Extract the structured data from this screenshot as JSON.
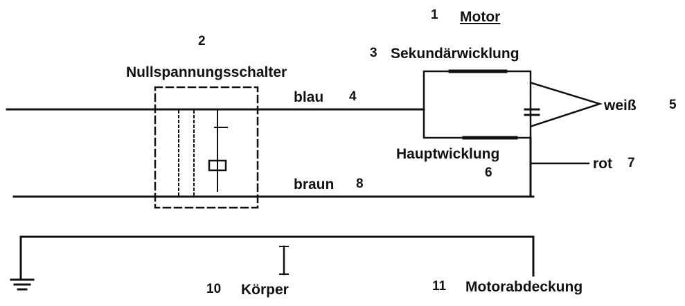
{
  "labels": {
    "motor": {
      "num": "1",
      "text": "Motor"
    },
    "switch": {
      "num": "2",
      "text": "Nullspannungsschalter"
    },
    "secondary": {
      "num": "3",
      "text": "Sekundärwicklung"
    },
    "blue": {
      "text": "blau",
      "num": "4"
    },
    "white": {
      "text": "weiß",
      "num": "5"
    },
    "main": {
      "text": "Hauptwicklung",
      "num": "6"
    },
    "red": {
      "text": "rot",
      "num": "7"
    },
    "brown": {
      "text": "braun",
      "num": "8"
    },
    "body": {
      "num": "10",
      "text": "Körper"
    },
    "cover": {
      "num": "11",
      "text": "Motorabdeckung"
    }
  }
}
